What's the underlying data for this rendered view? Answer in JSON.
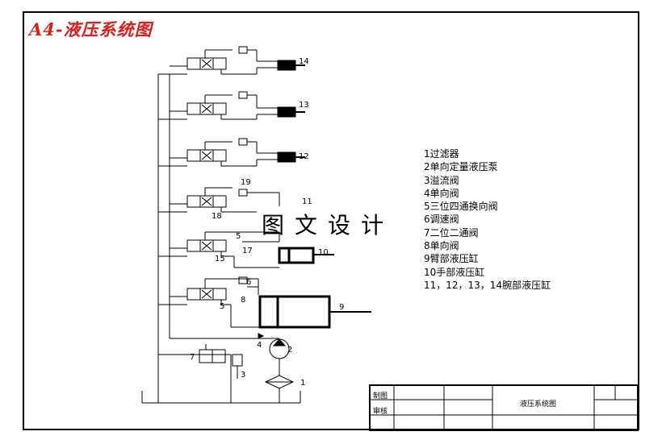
{
  "title": "A4-液压系统图",
  "legend": [
    "1过滤器",
    "2单向定量液压泵",
    "3溢流阀",
    "4单向阀",
    "5三位四通换向阀",
    "6调速阀",
    "7二位二通阀",
    "8单向阀",
    "9臂部液压缸",
    "10手部液压缸",
    "11，12，13，14腕部液压缸"
  ],
  "watermark": "图文设计",
  "title_block": {
    "drawn_label": "制图",
    "review_label": "审核",
    "drawing_name": "液压系统图"
  },
  "labels": {
    "n1": "1",
    "n2": "2",
    "n3": "3",
    "n4": "4",
    "n5": "5",
    "n5b": "5",
    "n6": "6",
    "n7": "7",
    "n8": "8",
    "n9": "9",
    "n10": "10",
    "n11": "11",
    "n12": "12",
    "n13": "13",
    "n14": "14",
    "n15": "15",
    "n17": "17",
    "n18": "18",
    "n19": "19"
  }
}
